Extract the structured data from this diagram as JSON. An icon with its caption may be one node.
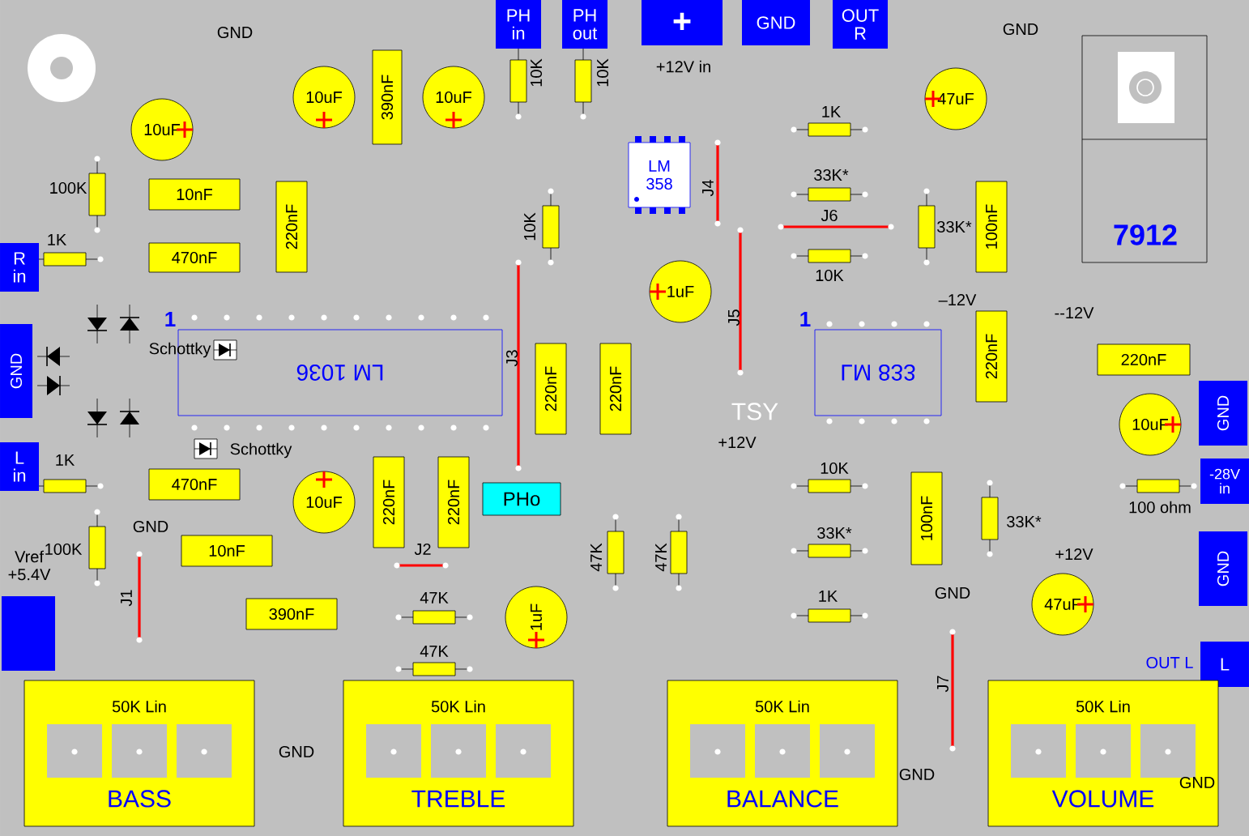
{
  "diagram": {
    "nodes": [
      {
        "text": [
          "PH in"
        ]
      },
      {
        "text": [
          "PH out"
        ]
      },
      {
        "text": [
          "+"
        ],
        "beside": [
          "+12V in"
        ]
      },
      {
        "text": [
          "GND"
        ]
      },
      {
        "text": [
          "OUT R"
        ]
      },
      {
        "text": [
          "R in"
        ]
      },
      {
        "text": [
          "GND"
        ]
      },
      {
        "text": [
          "L in"
        ]
      },
      {
        "text": [
          "Vref +5.4V"
        ]
      },
      {
        "text": [
          "GND"
        ]
      },
      {
        "text": [
          "-28V in"
        ]
      },
      {
        "text": [
          "GND"
        ]
      },
      {
        "text": [
          "L"
        ],
        "beside": [
          "OUT L"
        ]
      },
      {
        "text": [
          "LM 1036"
        ],
        "beside": [
          "1"
        ]
      },
      {
        "text": [
          "LM 358"
        ]
      },
      {
        "text": [
          "LM 833"
        ],
        "beside": [
          "1"
        ]
      },
      {
        "text": [
          "7912"
        ]
      },
      {
        "text": [
          "PHo"
        ]
      },
      {
        "text": [
          "50K Lin",
          "BASS"
        ]
      },
      {
        "text": [
          "50K Lin",
          "TREBLE"
        ]
      },
      {
        "text": [
          "50K Lin",
          "BALANCE"
        ]
      },
      {
        "text": [
          "50K Lin",
          "VOLUME"
        ]
      },
      {
        "text": [
          "10uF"
        ]
      },
      {
        "text": [
          "10uF"
        ]
      },
      {
        "text": [
          "390nF"
        ]
      },
      {
        "text": [
          "10uF"
        ]
      },
      {
        "text": [
          "10nF"
        ]
      },
      {
        "text": [
          "470nF"
        ]
      },
      {
        "text": [
          "220nF"
        ]
      },
      {
        "text": [
          "47uF"
        ]
      },
      {
        "text": [
          "100nF"
        ]
      },
      {
        "text": [
          "1uF"
        ]
      },
      {
        "text": [
          "220nF"
        ]
      },
      {
        "text": [
          "220nF"
        ]
      },
      {
        "text": [
          "220nF"
        ]
      },
      {
        "text": [
          "220nF"
        ]
      },
      {
        "text": [
          "10uF"
        ]
      },
      {
        "text": [
          "470nF"
        ]
      },
      {
        "text": [
          "10uF"
        ]
      },
      {
        "text": [
          "220nF"
        ]
      },
      {
        "text": [
          "220nF"
        ]
      },
      {
        "text": [
          "10nF"
        ]
      },
      {
        "text": [
          "390nF"
        ]
      },
      {
        "text": [
          "1uF"
        ]
      },
      {
        "text": [
          "100nF"
        ]
      },
      {
        "text": [
          "47uF"
        ]
      }
    ],
    "labels": [
      "GND",
      "GND",
      "10K",
      "10K",
      "1K",
      "100K",
      "33K*",
      "1K",
      "10K",
      "J4",
      "J6",
      "33K*",
      "10K",
      "Schottky",
      "J3",
      "–12V",
      "--12V",
      "J5",
      "TSY",
      "+12V",
      "Schottky",
      "1K",
      "GND",
      "100K",
      "J2",
      "47K",
      "47K",
      "J1",
      "47K",
      "47K",
      "10K",
      "33K*",
      "33K*",
      "100 ohm",
      "+12V",
      "1K",
      "GND",
      "J7",
      "GND",
      "GND",
      "GND"
    ]
  }
}
